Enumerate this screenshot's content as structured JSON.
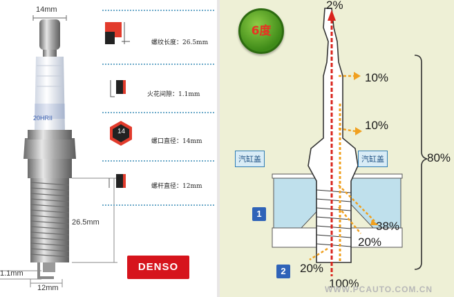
{
  "left": {
    "top_width": "14mm",
    "thread_length_dim": "26.5mm",
    "gap_dim": "1.1mm",
    "bottom_width": "12mm",
    "plug_print": "20HRII",
    "specs": [
      {
        "icon": "thread-length-icon",
        "text": "螺纹长度：26.5mm"
      },
      {
        "icon": "spark-gap-icon",
        "text": "火花间隙：1.1mm"
      },
      {
        "icon": "hex-nut-icon",
        "hex_value": "14",
        "text": "螺口直径：14mm"
      },
      {
        "icon": "thread-diameter-icon",
        "text": "螺杆直径：12mm"
      }
    ],
    "logo_text": "DENSO"
  },
  "right": {
    "badge": "6度",
    "percent_top": "2%",
    "percent_upper1": "10%",
    "percent_upper2": "10%",
    "percent_total": "80%",
    "percent_right_mid": "38%",
    "percent_right_low": "20%",
    "percent_left_low": "20%",
    "percent_bottom": "100%",
    "cylinder_head_label_left": "汽缸盖",
    "cylinder_head_label_right": "汽缸盖",
    "marker_1": "1",
    "marker_2": "2",
    "watermark": "WWW.PCAUTO.COM.CN"
  }
}
